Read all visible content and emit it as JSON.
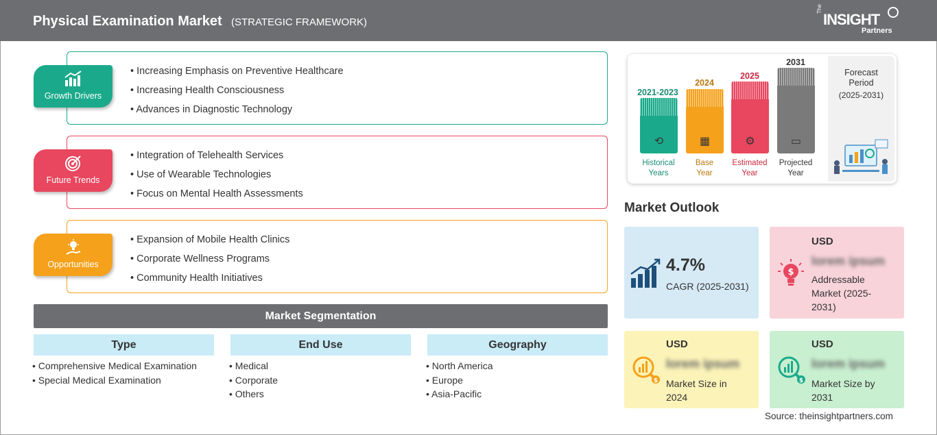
{
  "header": {
    "title": "Physical Examination Market",
    "subtitle": "(STRATEGIC FRAMEWORK)",
    "logo_the": "The",
    "logo_insight": "INSIGHT",
    "logo_partners": "Partners"
  },
  "framework": [
    {
      "label": "Growth Drivers",
      "color": "#1aaa8b",
      "icon": "growth-chart-icon",
      "items": [
        "Increasing Emphasis on Preventive Healthcare",
        "Increasing Health Consciousness",
        "Advances in Diagnostic Technology"
      ]
    },
    {
      "label": "Future Trends",
      "color": "#e8475f",
      "icon": "target-icon",
      "items": [
        "Integration of Telehealth Services",
        "Use of Wearable Technologies",
        "Focus on Mental Health Assessments"
      ]
    },
    {
      "label": "Opportunities",
      "color": "#f5a11c",
      "icon": "lightbulb-hand-icon",
      "items": [
        "Expansion of Mobile Health Clinics",
        "Corporate Wellness Programs",
        "Community Health Initiatives"
      ]
    }
  ],
  "segmentation": {
    "title": "Market Segmentation",
    "columns": [
      {
        "head": "Type",
        "items": [
          "Comprehensive Medical Examination",
          "Special Medical Examination"
        ]
      },
      {
        "head": "End Use",
        "items": [
          "Medical",
          "Corporate",
          "Others"
        ]
      },
      {
        "head": "Geography",
        "items": [
          "North America",
          "Europe",
          "Asia-Pacific"
        ]
      }
    ]
  },
  "timeline": {
    "bars": [
      {
        "year": "2021-2023",
        "label1": "Historical",
        "label2": "Years",
        "color": "#1aaa8b",
        "year_color": "#1a8c74",
        "icon": "history-icon"
      },
      {
        "year": "2024",
        "label1": "Base",
        "label2": "Year",
        "color": "#f5a11c",
        "year_color": "#b9780e",
        "icon": "calendar-icon"
      },
      {
        "year": "2025",
        "label1": "Estimated",
        "label2": "Year",
        "color": "#e8475f",
        "year_color": "#c7283f",
        "icon": "gears-icon"
      },
      {
        "year": "2031",
        "label1": "Projected",
        "label2": "Year",
        "color": "#7a7a7a",
        "year_color": "#333333",
        "icon": "presentation-icon"
      }
    ],
    "forecast_line1": "Forecast",
    "forecast_line2": "Period",
    "forecast_years": "(2025-2031)"
  },
  "outlook": {
    "title": "Market Outlook",
    "cagr_value": "4.7%",
    "cagr_label": "CAGR (2025-2031)",
    "addressable_usd": "USD",
    "addressable_value": "lorem ipsum",
    "addressable_label": "Addressable Market (2025-2031)",
    "size2024_usd": "USD",
    "size2024_value": "lorem ipsum",
    "size2024_label": "Market Size in 2024",
    "size2031_usd": "USD",
    "size2031_value": "lorem ipsum",
    "size2031_label": "Market Size by 2031"
  },
  "source": "Source: theinsightpartners.com"
}
